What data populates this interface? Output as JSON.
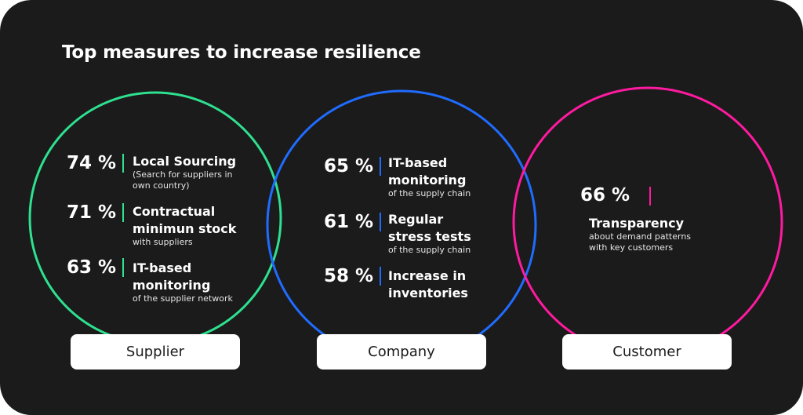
{
  "title": "Top measures to increase resilience",
  "colors": {
    "background": "#1b1b1b",
    "supplier": "#2ee08f",
    "company": "#1f6cff",
    "customer": "#ff1aa0"
  },
  "groups": {
    "supplier": {
      "label": "Supplier",
      "items": [
        {
          "value": "74 %",
          "label_lines": [
            "Local Sourcing"
          ],
          "sub_lines": [
            "(Search for suppliers in",
            "own country)"
          ]
        },
        {
          "value": "71 %",
          "label_lines": [
            "Contractual",
            "minimun stock"
          ],
          "sub_lines": [
            "with suppliers"
          ]
        },
        {
          "value": "63 %",
          "label_lines": [
            "IT-based",
            "monitoring"
          ],
          "sub_lines": [
            "of the supplier network"
          ]
        }
      ]
    },
    "company": {
      "label": "Company",
      "items": [
        {
          "value": "65 %",
          "label_lines": [
            "IT-based",
            "monitoring"
          ],
          "sub_lines": [
            "of the supply chain"
          ]
        },
        {
          "value": "61 %",
          "label_lines": [
            "Regular",
            "stress tests"
          ],
          "sub_lines": [
            "of the supply chain"
          ]
        },
        {
          "value": "58 %",
          "label_lines": [
            "Increase in",
            "inventories"
          ],
          "sub_lines": []
        }
      ]
    },
    "customer": {
      "label": "Customer",
      "items": [
        {
          "value": "66 %",
          "label_lines": [
            "Transparency"
          ],
          "sub_lines": [
            "about demand patterns",
            "with key customers"
          ]
        }
      ]
    }
  }
}
